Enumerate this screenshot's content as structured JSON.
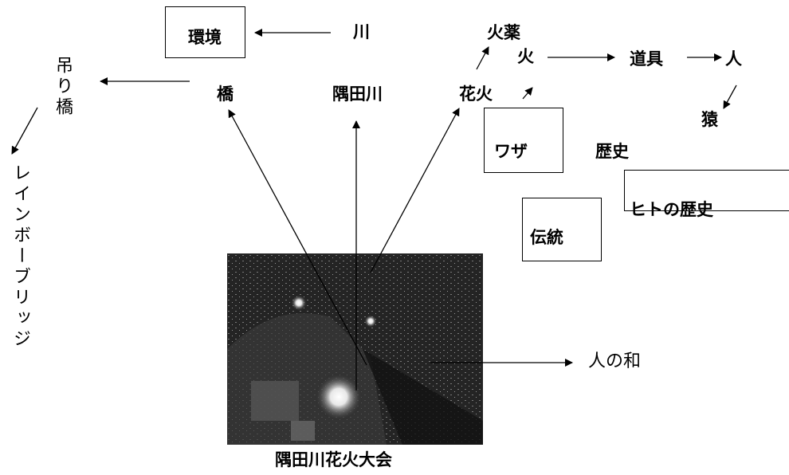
{
  "nodes": {
    "kankyo": "環境",
    "kawa": "川",
    "kayaku": "火薬",
    "hi": "火",
    "dougu": "道具",
    "hito": "人",
    "saru": "猿",
    "tsuribashi": "吊り橋",
    "hashi": "橋",
    "sumidagawa": "隅田川",
    "hanabi": "花火",
    "waza": "ワザ",
    "rekishi": "歴史",
    "hito_no_rekishi": "ヒトの歴史",
    "dentou": "伝統",
    "rainbow_bridge": "レインボーブリッジ",
    "hito_no_wa": "人の和",
    "caption": "隅田川花火大会"
  },
  "colors": {
    "ink": "#000000",
    "background": "#ffffff",
    "photo_dark": "#1a1a1a"
  }
}
